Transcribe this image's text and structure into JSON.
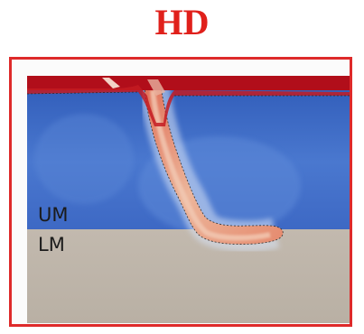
{
  "title": "HD",
  "labels": {
    "upper_mantle": "UM",
    "lower_mantle": "LM"
  },
  "colors": {
    "title": "#e0201b",
    "frame": "#de2a2a",
    "upper_mantle": "#3b65c2",
    "lower_mantle": "#bdb4a8",
    "plate": "#b10e1a",
    "slab": "#e9a182"
  }
}
